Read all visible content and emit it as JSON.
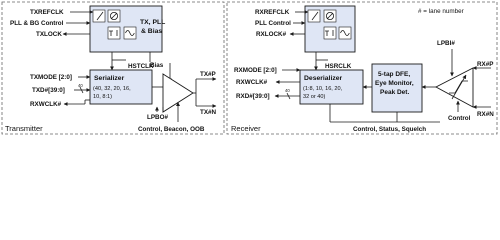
{
  "legend": {
    "lane": "# = lane number"
  },
  "transmitter": {
    "panel_label": "Transmitter",
    "inputs": {
      "txrefclk": "TXREFCLK",
      "pll_bg": "PLL & BG Control",
      "txlock": "TXLOCK"
    },
    "pll_block": "TX, PLL\n& Bias",
    "hstclk": "HSTCLK",
    "bias": "Bias",
    "txmode": "TXMODE [2:0]",
    "txd": "TXD#[39:0]",
    "txwclk": "RXWCLK#",
    "bus_width": "40",
    "serializer_title": "Serializer",
    "serializer_desc": "(40, 32, 20, 16,\n10, 8:1)",
    "lpbo": "LPBO#",
    "txp": "TX#P",
    "txn": "TX#N",
    "control": "Control, Beacon, OOB"
  },
  "receiver": {
    "panel_label": "Receiver",
    "inputs": {
      "rxrefclk": "RXREFCLK",
      "pll": "PLL Control",
      "rxlock": "RXLOCK#"
    },
    "hsrclk": "HSRCLK",
    "rxmode": "RXMODE [2:0]",
    "rxwclk": "RXWCLK#",
    "rxd": "RXD#[39:0]",
    "bus_width": "40",
    "deser_title": "Deserializer",
    "deser_desc": "(1:8, 10, 16, 20,\n32 or 40)",
    "dfe_block": "5-tap DFE,\nEye Monitor,\nPeak Det.",
    "lpbi": "LPBI#",
    "control": "Control",
    "rxp": "RX#P",
    "rxn": "RX#N",
    "bottom": "Control, Status, Squelch"
  }
}
